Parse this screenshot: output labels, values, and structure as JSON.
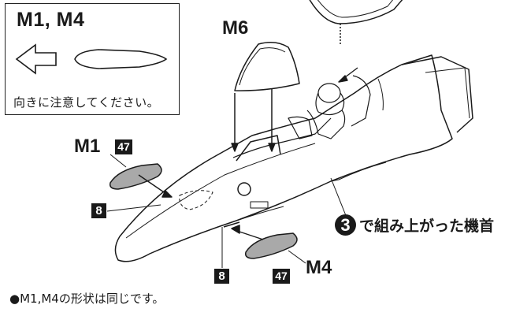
{
  "callout": {
    "title": "M1, M4",
    "note": "向きに注意してください。",
    "arrow_icon": "left-arrow-icon",
    "part_icon": "canopy-part-outline-icon"
  },
  "labels": {
    "m6": "M6",
    "m1": "M1",
    "m4": "M4"
  },
  "badges": {
    "m1_code": "47",
    "m4_code": "47",
    "part_8_upper": "8",
    "part_8_lower": "8"
  },
  "step": {
    "number": "3",
    "text": "で組み上がった機首"
  },
  "caption": "●M1,M4の形状は同じです。",
  "colors": {
    "line": "#1a1a1a",
    "part_fill": "#a9a9a9",
    "badge_bg": "#1a1a1a"
  }
}
